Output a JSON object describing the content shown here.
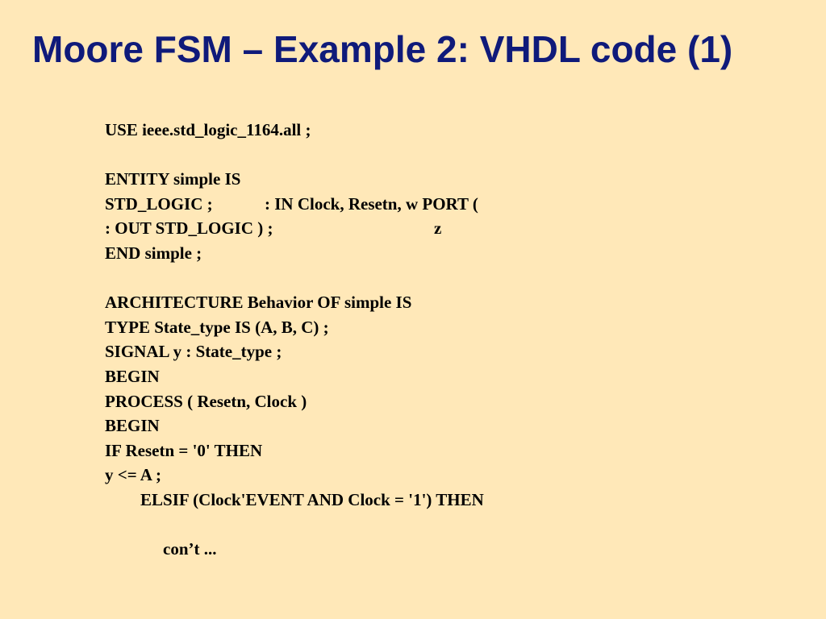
{
  "slide": {
    "background_color": "#FFE8B8",
    "title_color": "#0F1A7A",
    "title": "Moore FSM – Example 2: VHDL code (1)",
    "code": {
      "use_line": "USE ieee.std_logic_1164.all ;",
      "entity_line": "ENTITY simple IS",
      "port_line_a": "STD_LOGIC ;",
      "port_line_b": ": IN Clock, Resetn, w PORT (",
      "out_line_a": ": OUT STD_LOGIC ) ;",
      "out_line_b": "z",
      "end_line": "END simple ;",
      "architecture_line": "ARCHITECTURE Behavior OF simple IS",
      "type_line": "TYPE State_type IS (A, B, C) ;",
      "signal_line": "SIGNAL y : State_type ;",
      "begin_line_1": "BEGIN",
      "process_line": "PROCESS ( Resetn, Clock )",
      "begin_line_2": "BEGIN",
      "if_line": "IF Resetn = '0' THEN",
      "assign_line": "y <= A ;",
      "elsif_line": "ELSIF (Clock'EVENT AND Clock = '1') THEN",
      "cont_line": "con’t ..."
    }
  }
}
